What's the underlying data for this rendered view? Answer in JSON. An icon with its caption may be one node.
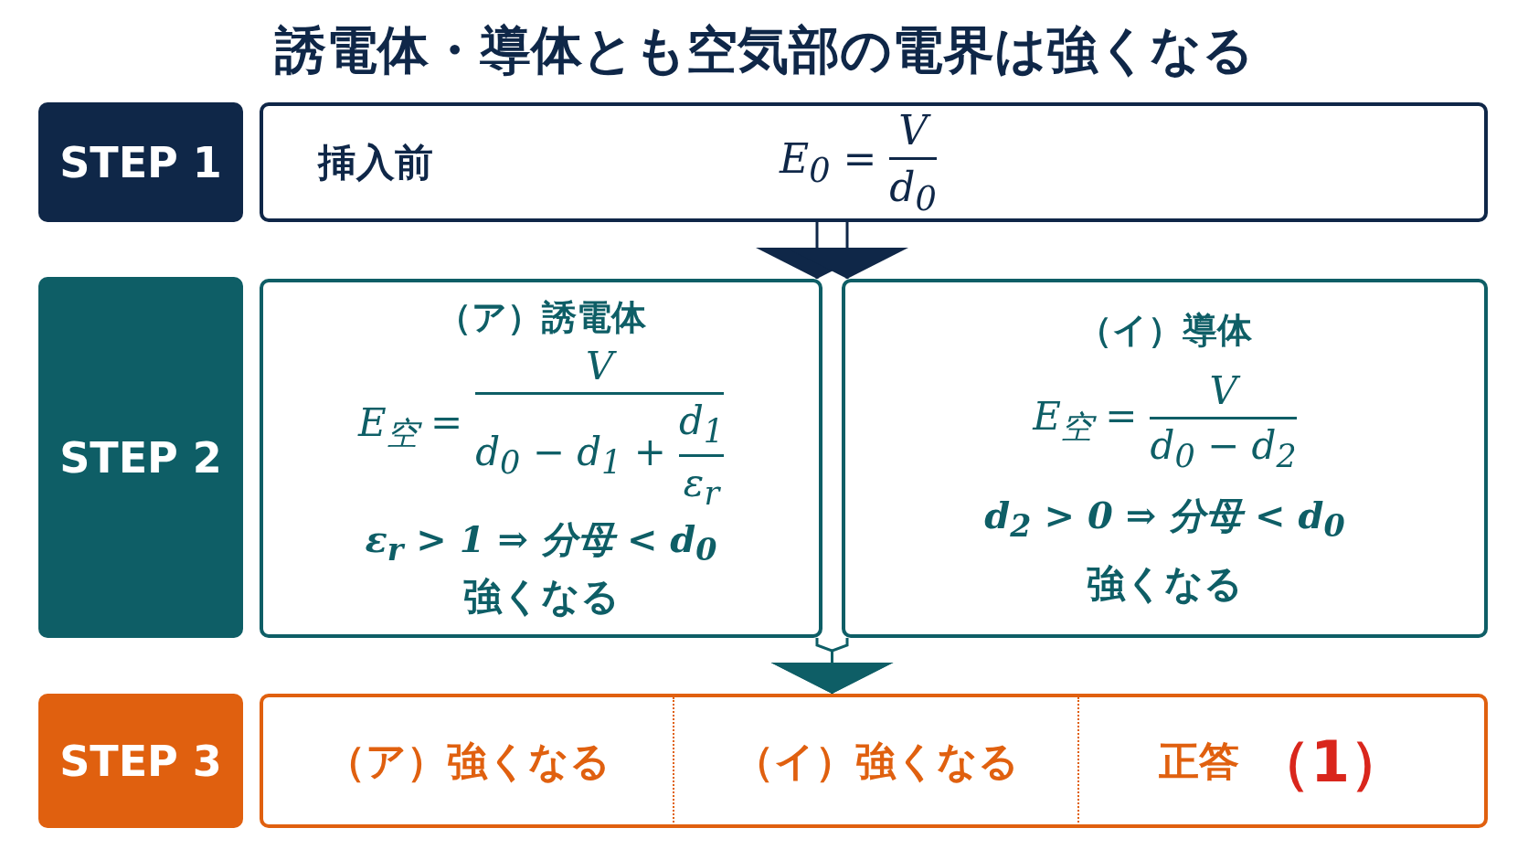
{
  "diagram": {
    "title": "誘電体・導体とも空気部の電界は強くなる",
    "nodes": [
      {
        "text": [
          "STEP 1"
        ]
      },
      {
        "text": [
          "挿入前",
          "E$_{0}$ =",
          "V",
          "d$_{0}$"
        ]
      },
      {
        "text": [
          "STEP 2"
        ]
      },
      {
        "text": [
          "（ア）誘電体",
          "E$_{空}$ =",
          "V",
          "d$_{0}$ − d$_{1}$ +",
          "d$_{1}$",
          "ε$_{r}$",
          "ε$_{r}$ > 1 ⇒ 分母 < d$_{0}$",
          "強くなる"
        ]
      },
      {
        "text": [
          "（イ）導体",
          "E$_{空}$ =",
          "V",
          "d$_{0}$ − d$_{2}$",
          "d$_{2}$ > 0 ⇒ 分母 < d$_{0}$",
          "強くなる"
        ]
      },
      {
        "text": [
          "STEP 3"
        ]
      },
      {
        "text": [],
        "shape": "box"
      },
      {
        "text": [
          "（ア）強くなる"
        ],
        "in": 6
      },
      {
        "text": [
          "（イ）強くなる"
        ],
        "in": 6
      },
      {
        "text": [
          "正答",
          "（1）"
        ],
        "in": 6
      }
    ],
    "edges": [
      {
        "from": 1,
        "to": 3,
        "arrow": "to",
        "color": "#0f2748"
      },
      {
        "from": 1,
        "to": 4,
        "arrow": "to",
        "color": "#0f2748"
      },
      {
        "from": 3,
        "to": 6,
        "arrow": "to",
        "color": "#0e5e66"
      },
      {
        "from": 4,
        "to": 6,
        "arrow": "to",
        "color": "#0e5e66"
      }
    ]
  }
}
